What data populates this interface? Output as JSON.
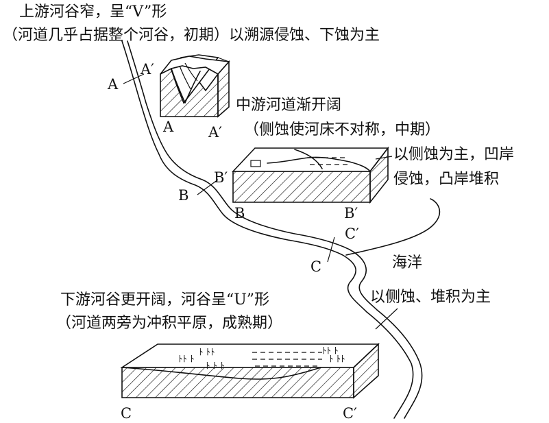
{
  "upper": {
    "title": "上游河谷窄，呈“V”形",
    "note": "（河道几乎占据整个河谷，初期）以溯源侵蚀、下蚀为主",
    "section_left": "A",
    "section_right": "A′"
  },
  "middle": {
    "title": "中游河道渐开阔",
    "note": "（侧蚀使河床不对称，中期）",
    "action_line1": "以侧蚀为主，凹岸",
    "action_line2": "侵蚀，凸岸堆积",
    "section_left": "B",
    "section_right": "B′"
  },
  "lower": {
    "title": "下游河谷更开阔，河谷呈“U”形",
    "note": "（河道两旁为冲积平原，成熟期）",
    "action": "以侧蚀、堆积为主",
    "section_left": "C",
    "section_right": "C′"
  },
  "sea_label": "海洋"
}
